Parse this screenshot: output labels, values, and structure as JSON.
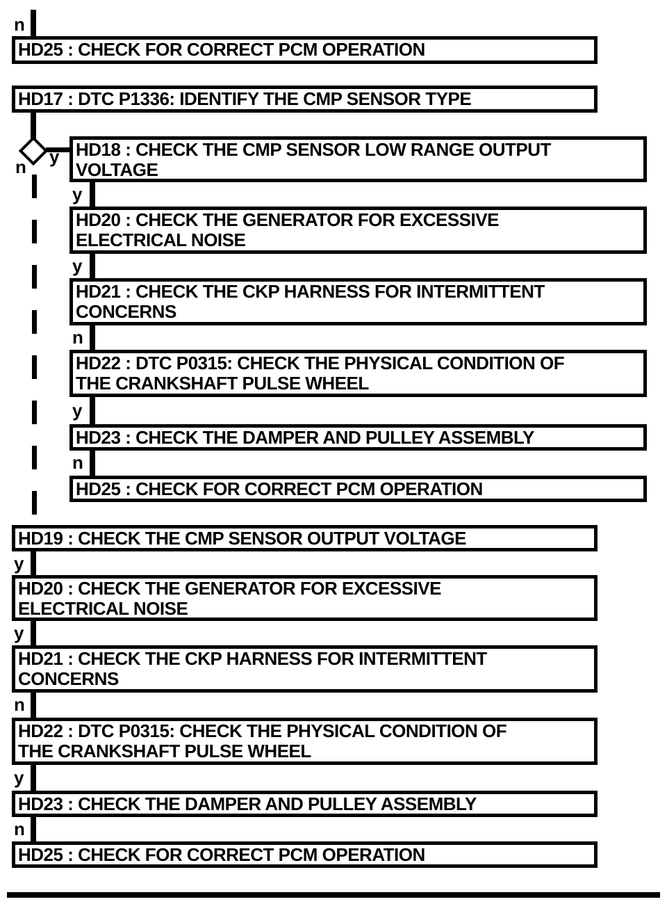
{
  "colors": {
    "ink": "#000000",
    "paper": "#ffffff"
  },
  "entry_connector": {
    "label": "n"
  },
  "decision": {
    "yes_label": "y",
    "no_label": "n"
  },
  "nodes": [
    {
      "id": "HD25",
      "text": "HD25 : CHECK FOR CORRECT PCM OPERATION"
    },
    {
      "id": "HD17",
      "text": "HD17 : DTC P1336: IDENTIFY THE CMP SENSOR TYPE"
    },
    {
      "id": "HD18",
      "text": "HD18 : CHECK THE CMP SENSOR LOW RANGE OUTPUT\nVOLTAGE"
    },
    {
      "id": "HD20",
      "text": "HD20 : CHECK THE GENERATOR FOR EXCESSIVE\nELECTRICAL NOISE"
    },
    {
      "id": "HD21",
      "text": "HD21 : CHECK THE CKP HARNESS FOR INTERMITTENT\nCONCERNS"
    },
    {
      "id": "HD22",
      "text": "HD22 : DTC P0315: CHECK THE PHYSICAL CONDITION OF\nTHE CRANKSHAFT PULSE WHEEL"
    },
    {
      "id": "HD23",
      "text": "HD23 : CHECK THE DAMPER AND PULLEY ASSEMBLY"
    },
    {
      "id": "HD25",
      "text": "HD25 : CHECK FOR CORRECT PCM OPERATION"
    },
    {
      "id": "HD19",
      "text": "HD19 : CHECK THE CMP SENSOR OUTPUT VOLTAGE"
    },
    {
      "id": "HD20",
      "text": "HD20 : CHECK THE GENERATOR FOR EXCESSIVE\nELECTRICAL NOISE"
    },
    {
      "id": "HD21",
      "text": "HD21 : CHECK THE CKP HARNESS FOR INTERMITTENT\nCONCERNS"
    },
    {
      "id": "HD22",
      "text": "HD22 : DTC P0315: CHECK THE PHYSICAL CONDITION OF\nTHE CRANKSHAFT PULSE WHEEL"
    },
    {
      "id": "HD23",
      "text": "HD23 : CHECK THE DAMPER AND PULLEY ASSEMBLY"
    },
    {
      "id": "HD25",
      "text": "HD25 : CHECK FOR CORRECT PCM OPERATION"
    }
  ],
  "branch_labels": [
    {
      "char": "n"
    },
    {
      "char": "y"
    },
    {
      "char": "n"
    },
    {
      "char": "y"
    },
    {
      "char": "y"
    },
    {
      "char": "n"
    },
    {
      "char": "y"
    },
    {
      "char": "n"
    },
    {
      "char": "y"
    },
    {
      "char": "y"
    },
    {
      "char": "n"
    },
    {
      "char": "y"
    },
    {
      "char": "n"
    }
  ]
}
